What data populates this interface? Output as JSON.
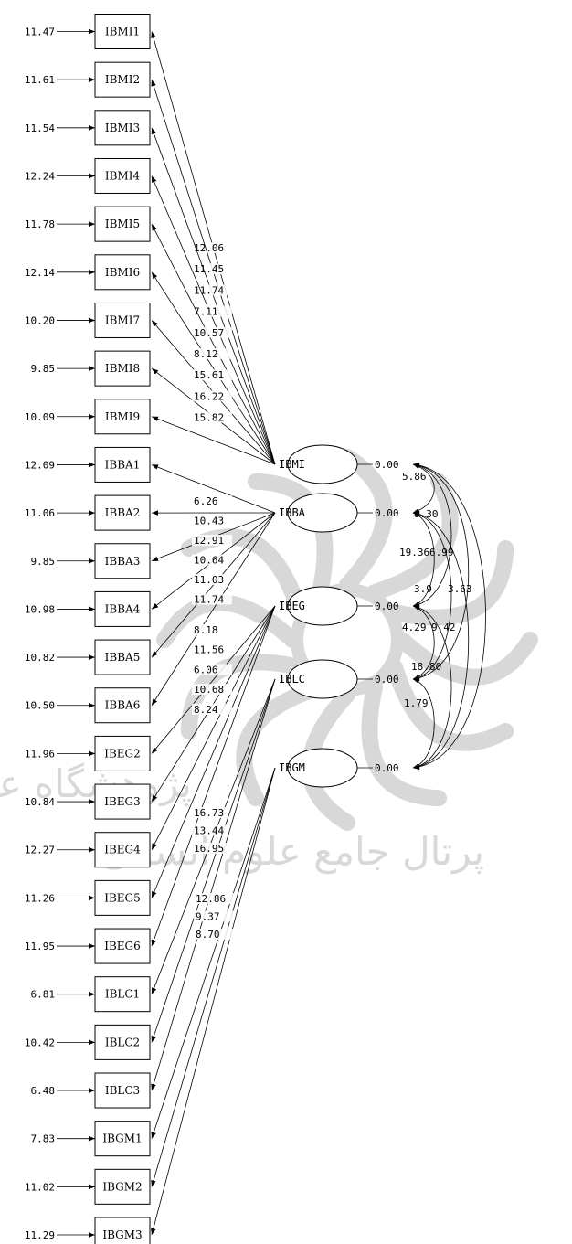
{
  "indicators": [
    {
      "name": "IBMI1",
      "error": "11.47"
    },
    {
      "name": "IBMI2",
      "error": "11.61"
    },
    {
      "name": "IBMI3",
      "error": "11.54"
    },
    {
      "name": "IBMI4",
      "error": "12.24"
    },
    {
      "name": "IBMI5",
      "error": "11.78"
    },
    {
      "name": "IBMI6",
      "error": "12.14"
    },
    {
      "name": "IBMI7",
      "error": "10.20"
    },
    {
      "name": "IBMI8",
      "error": "9.85"
    },
    {
      "name": "IBMI9",
      "error": "10.09"
    },
    {
      "name": "IBBA1",
      "error": "12.09"
    },
    {
      "name": "IBBA2",
      "error": "11.06"
    },
    {
      "name": "IBBA3",
      "error": "9.85"
    },
    {
      "name": "IBBA4",
      "error": "10.98"
    },
    {
      "name": "IBBA5",
      "error": "10.82"
    },
    {
      "name": "IBBA6",
      "error": "10.50"
    },
    {
      "name": "IBEG2",
      "error": "11.96"
    },
    {
      "name": "IBEG3",
      "error": "10.84"
    },
    {
      "name": "IBEG4",
      "error": "12.27"
    },
    {
      "name": "IBEG5",
      "error": "11.26"
    },
    {
      "name": "IBEG6",
      "error": "11.95"
    },
    {
      "name": "IBLC1",
      "error": "6.81"
    },
    {
      "name": "IBLC2",
      "error": "10.42"
    },
    {
      "name": "IBLC3",
      "error": "6.48"
    },
    {
      "name": "IBGM1",
      "error": "7.83"
    },
    {
      "name": "IBGM2",
      "error": "11.02"
    },
    {
      "name": "IBGM3",
      "error": "11.29"
    }
  ],
  "latents": [
    {
      "name": "IBMI",
      "variance": "0.00"
    },
    {
      "name": "IBBA",
      "variance": "0.00"
    },
    {
      "name": "IBEG",
      "variance": "0.00"
    },
    {
      "name": "IBLC",
      "variance": "0.00"
    },
    {
      "name": "IBGM",
      "variance": "0.00"
    }
  ],
  "loadings": [
    {
      "from": "IBMI",
      "to": "IBMI1",
      "label": "12.06"
    },
    {
      "from": "IBMI",
      "to": "IBMI2",
      "label": "11.45"
    },
    {
      "from": "IBMI",
      "to": "IBMI3",
      "label": "11.74"
    },
    {
      "from": "IBMI",
      "to": "IBMI4",
      "label": "7.11"
    },
    {
      "from": "IBMI",
      "to": "IBMI5",
      "label": "10.57"
    },
    {
      "from": "IBMI",
      "to": "IBMI6",
      "label": "8.12"
    },
    {
      "from": "IBMI",
      "to": "IBMI7",
      "label": "15.61"
    },
    {
      "from": "IBMI",
      "to": "IBMI8",
      "label": "16.22"
    },
    {
      "from": "IBMI",
      "to": "IBMI9",
      "label": "15.82"
    },
    {
      "from": "IBBA",
      "to": "IBBA1",
      "label": "6.26"
    },
    {
      "from": "IBBA",
      "to": "IBBA2",
      "label": "10.43"
    },
    {
      "from": "IBBA",
      "to": "IBBA3",
      "label": "12.91"
    },
    {
      "from": "IBBA",
      "to": "IBBA4",
      "label": "10.64"
    },
    {
      "from": "IBBA",
      "to": "IBBA5",
      "label": "11.03"
    },
    {
      "from": "IBBA",
      "to": "IBBA6",
      "label": "11.74"
    },
    {
      "from": "IBEG",
      "to": "IBEG2",
      "label": "8.18"
    },
    {
      "from": "IBEG",
      "to": "IBEG3",
      "label": "11.56"
    },
    {
      "from": "IBEG",
      "to": "IBEG4",
      "label": "6.06"
    },
    {
      "from": "IBEG",
      "to": "IBEG5",
      "label": "10.68"
    },
    {
      "from": "IBEG",
      "to": "IBEG6",
      "label": "8.24"
    },
    {
      "from": "IBLC",
      "to": "IBLC1",
      "label": "16.73"
    },
    {
      "from": "IBLC",
      "to": "IBLC2",
      "label": "13.44"
    },
    {
      "from": "IBLC",
      "to": "IBLC3",
      "label": "16.95"
    },
    {
      "from": "IBGM",
      "to": "IBGM1",
      "label": "12.86"
    },
    {
      "from": "IBGM",
      "to": "IBGM2",
      "label": "9.37"
    },
    {
      "from": "IBGM",
      "to": "IBGM3",
      "label": "8.70"
    }
  ],
  "covariances": [
    {
      "between": [
        "IBMI",
        "IBBA"
      ],
      "label": "5.86"
    },
    {
      "between": [
        "IBBA",
        "IBEG"
      ],
      "label": "8.30"
    },
    {
      "between": [
        "IBMI",
        "IBEG"
      ],
      "label": "19.36"
    },
    {
      "between": [
        "IBBA",
        "IBLC"
      ],
      "label": "6.99"
    },
    {
      "between": [
        "IBEG",
        "IBLC"
      ],
      "label": "3.9"
    },
    {
      "between": [
        "IBMI",
        "IBLC"
      ],
      "label": "3.63"
    },
    {
      "between": [
        "IBEG",
        "IBGM"
      ],
      "label": "4.29"
    },
    {
      "between": [
        "IBBA",
        "IBGM"
      ],
      "label": "9.42"
    },
    {
      "between": [
        "IBLC",
        "IBGM"
      ],
      "label": "18.80"
    },
    {
      "between": [
        "IBMI",
        "IBGM"
      ],
      "label": "1.79"
    }
  ],
  "watermark": {
    "line1": "پژوهشگاه علوم انسانی و مطالعات فرهنگی",
    "line2": "پرتال جامع علوم انسانی"
  },
  "colors": {
    "line": "#000000",
    "watermark": "#d8d8d8",
    "background": "#ffffff"
  }
}
